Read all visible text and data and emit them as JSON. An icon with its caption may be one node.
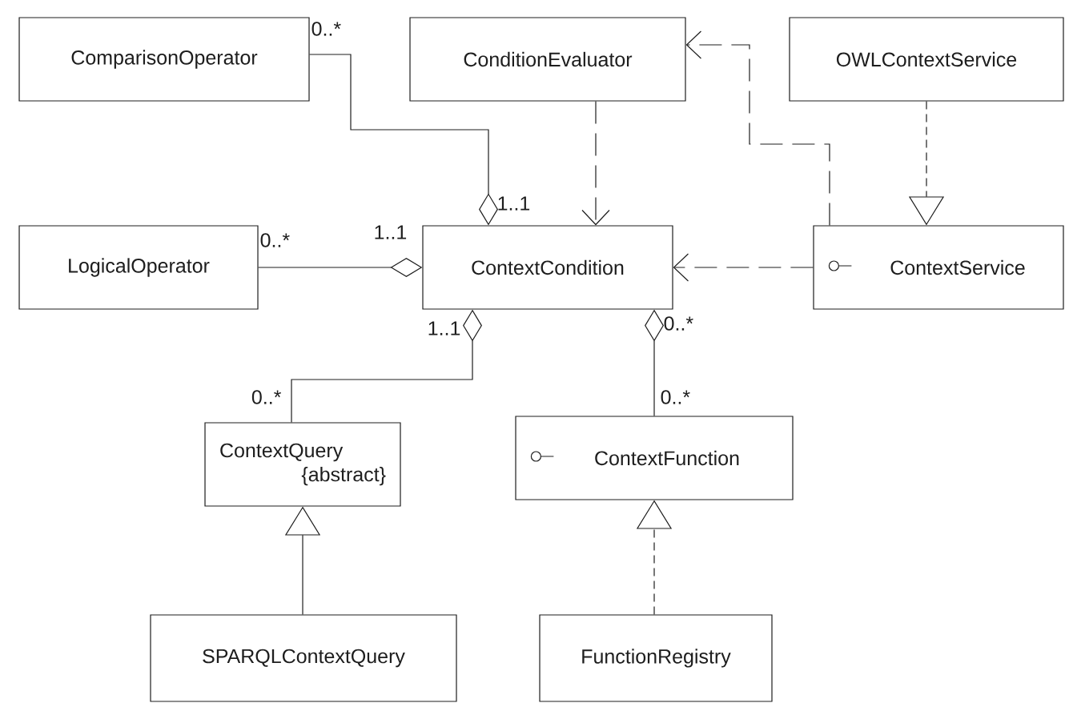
{
  "diagram": {
    "nodes": [
      {
        "text": [
          "ComparisonOperator"
        ]
      },
      {
        "text": [
          "ConditionEvaluator"
        ]
      },
      {
        "text": [
          "OWLContextService"
        ]
      },
      {
        "text": [
          "LogicalOperator"
        ]
      },
      {
        "text": [
          "ContextCondition"
        ]
      },
      {
        "text": [
          "ContextService"
        ]
      },
      {
        "text": [
          "ContextQuery",
          "{abstract}"
        ]
      },
      {
        "text": [
          "ContextFunction"
        ]
      },
      {
        "text": [
          "SPARQLContextQuery"
        ]
      },
      {
        "text": [
          "FunctionRegistry"
        ]
      }
    ],
    "edges": [
      {
        "from": 0,
        "to": 4,
        "arrow": "other"
      },
      {
        "from": 3,
        "to": 4,
        "arrow": "other"
      },
      {
        "from": 6,
        "to": 4,
        "arrow": "other"
      },
      {
        "from": 7,
        "to": 4,
        "arrow": "other"
      },
      {
        "from": 1,
        "to": 4,
        "arrow": "to",
        "style": "dashed"
      },
      {
        "from": 5,
        "to": 1,
        "arrow": "to",
        "style": "dashed"
      },
      {
        "from": 5,
        "to": 4,
        "arrow": "to",
        "style": "dashed"
      },
      {
        "from": 2,
        "to": 5,
        "arrow": "to",
        "style": "dashed"
      },
      {
        "from": 8,
        "to": 6,
        "arrow": "to"
      },
      {
        "from": 9,
        "to": 7,
        "arrow": "to",
        "style": "dashed"
      }
    ],
    "labels": [
      "0..*",
      "1..1",
      "1..1",
      "0..*",
      "0..*",
      "1..1",
      "0..*",
      "0..*"
    ]
  }
}
